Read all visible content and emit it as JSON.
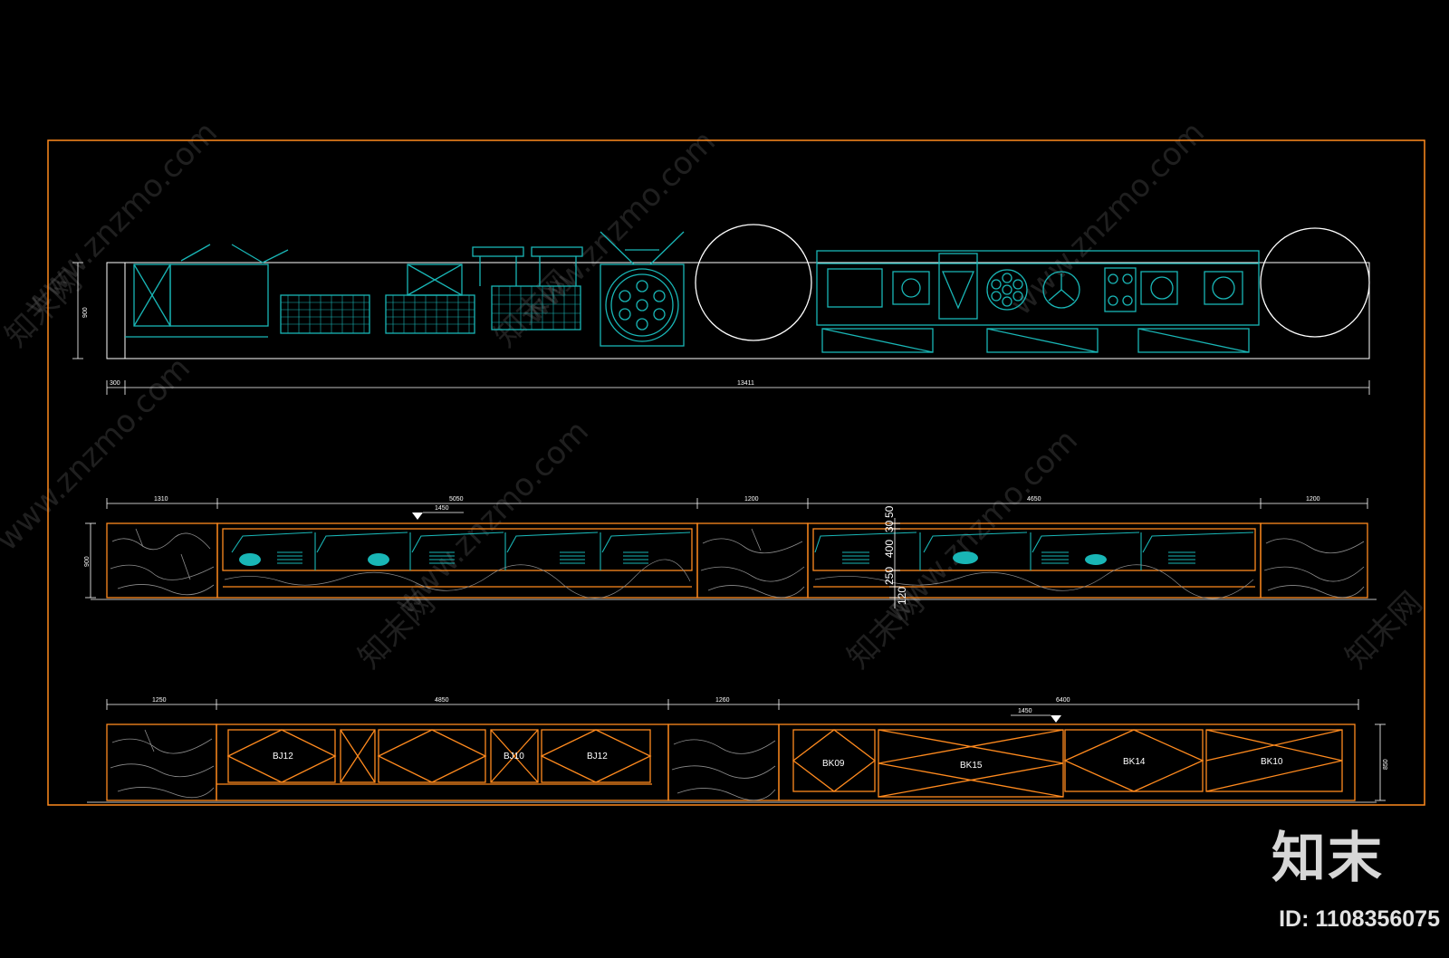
{
  "drawing": {
    "colors": {
      "background": "#000000",
      "frame": "#ff8a1e",
      "outline": "#ffffff",
      "equipment": "#19b6b6",
      "stone_fill": "#8c8c8c",
      "dimension": "#ffffff"
    },
    "plan_view": {
      "left_offset_dim": "300",
      "total_length_dim": "13411",
      "depth_dim": "900"
    },
    "front_elevation": {
      "segment_dims": [
        "1310",
        "5050",
        "1200",
        "4650",
        "1200"
      ],
      "level_mark": "1450",
      "height_dim": "900",
      "stacked_dims": [
        "50",
        "30",
        "400",
        "250",
        "120"
      ]
    },
    "rear_elevation": {
      "segment_dims": [
        "1250",
        "4850",
        "1260",
        "6400"
      ],
      "level_mark": "1450",
      "height_dim": "850",
      "cabinet_tags": [
        "BJ12",
        "BJ10",
        "BJ12",
        "BK09",
        "BK15",
        "BK14",
        "BK10"
      ]
    }
  },
  "watermark": {
    "site": "www.znzmo.com",
    "label": "知末网"
  },
  "brand": {
    "logo_text": "知末",
    "id_text": "ID: 1108356075"
  }
}
